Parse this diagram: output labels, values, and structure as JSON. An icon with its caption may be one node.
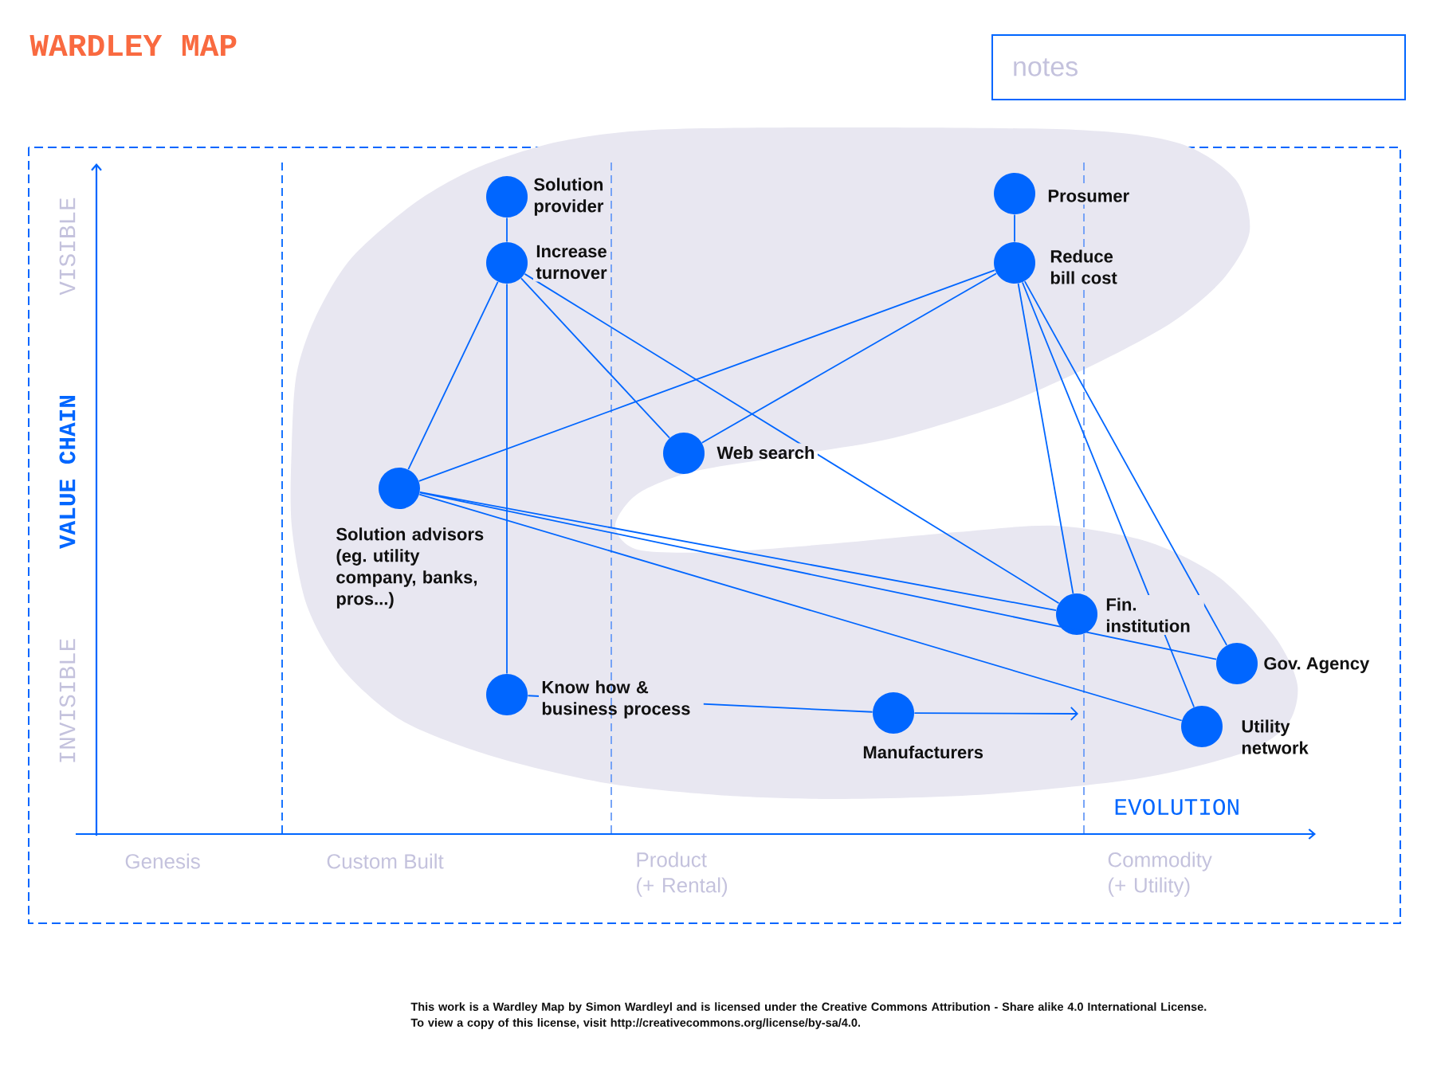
{
  "diagram": {
    "title": "WARDLEY MAP",
    "nodes": [
      {
        "text": [
          "notes"
        ]
      },
      {
        "text": [
          "Solution provider"
        ]
      },
      {
        "text": [
          "Prosumer"
        ]
      },
      {
        "text": [
          "Increase turnover"
        ]
      },
      {
        "text": [
          "Reduce bill cost"
        ]
      },
      {
        "text": [
          "Web search"
        ]
      },
      {
        "text": [
          "Solution advisors (eg. utility company, banks, pros...)"
        ]
      },
      {
        "text": [
          "Fin. institution"
        ]
      },
      {
        "text": [
          "Gov. Agency"
        ]
      },
      {
        "text": [
          "Know how & business process"
        ]
      },
      {
        "text": [
          "Manufacturers"
        ]
      },
      {
        "text": [
          "Utility network"
        ]
      }
    ],
    "edges": [
      {
        "from": 1,
        "to": 3,
        "arrow": "none"
      },
      {
        "from": 2,
        "to": 4,
        "arrow": "none"
      },
      {
        "from": 3,
        "to": 6,
        "arrow": "none"
      },
      {
        "from": 3,
        "to": 9,
        "arrow": "none"
      },
      {
        "from": 3,
        "to": 5,
        "arrow": "none"
      },
      {
        "from": 3,
        "to": 7,
        "arrow": "none"
      },
      {
        "from": 4,
        "to": 6,
        "arrow": "none"
      },
      {
        "from": 4,
        "to": 5,
        "arrow": "none"
      },
      {
        "from": 4,
        "to": 7,
        "arrow": "none"
      },
      {
        "from": 4,
        "to": 11,
        "arrow": "none"
      },
      {
        "from": 4,
        "to": 8,
        "arrow": "none"
      },
      {
        "from": 6,
        "to": 7,
        "arrow": "none"
      },
      {
        "from": 6,
        "to": 8,
        "arrow": "none"
      },
      {
        "from": 6,
        "to": 11,
        "arrow": "none"
      },
      {
        "from": 9,
        "to": 10,
        "arrow": "none"
      },
      {
        "from": 10,
        "to": null,
        "arrow": "to"
      }
    ],
    "labels": [
      "VISIBLE",
      "VALUE CHAIN",
      "INVISIBLE",
      "EVOLUTION",
      "Genesis",
      "Custom Built",
      "Product (+ Rental)",
      "Commodity (+ Utility)",
      "This work is a Wardley Map by Simon Wardleyl and is licensed under the Creative Commons Attribution - Share alike 4.0 International License. To view a copy of this license, visit http://creativecommons.org/license/by-sa/4.0."
    ]
  }
}
